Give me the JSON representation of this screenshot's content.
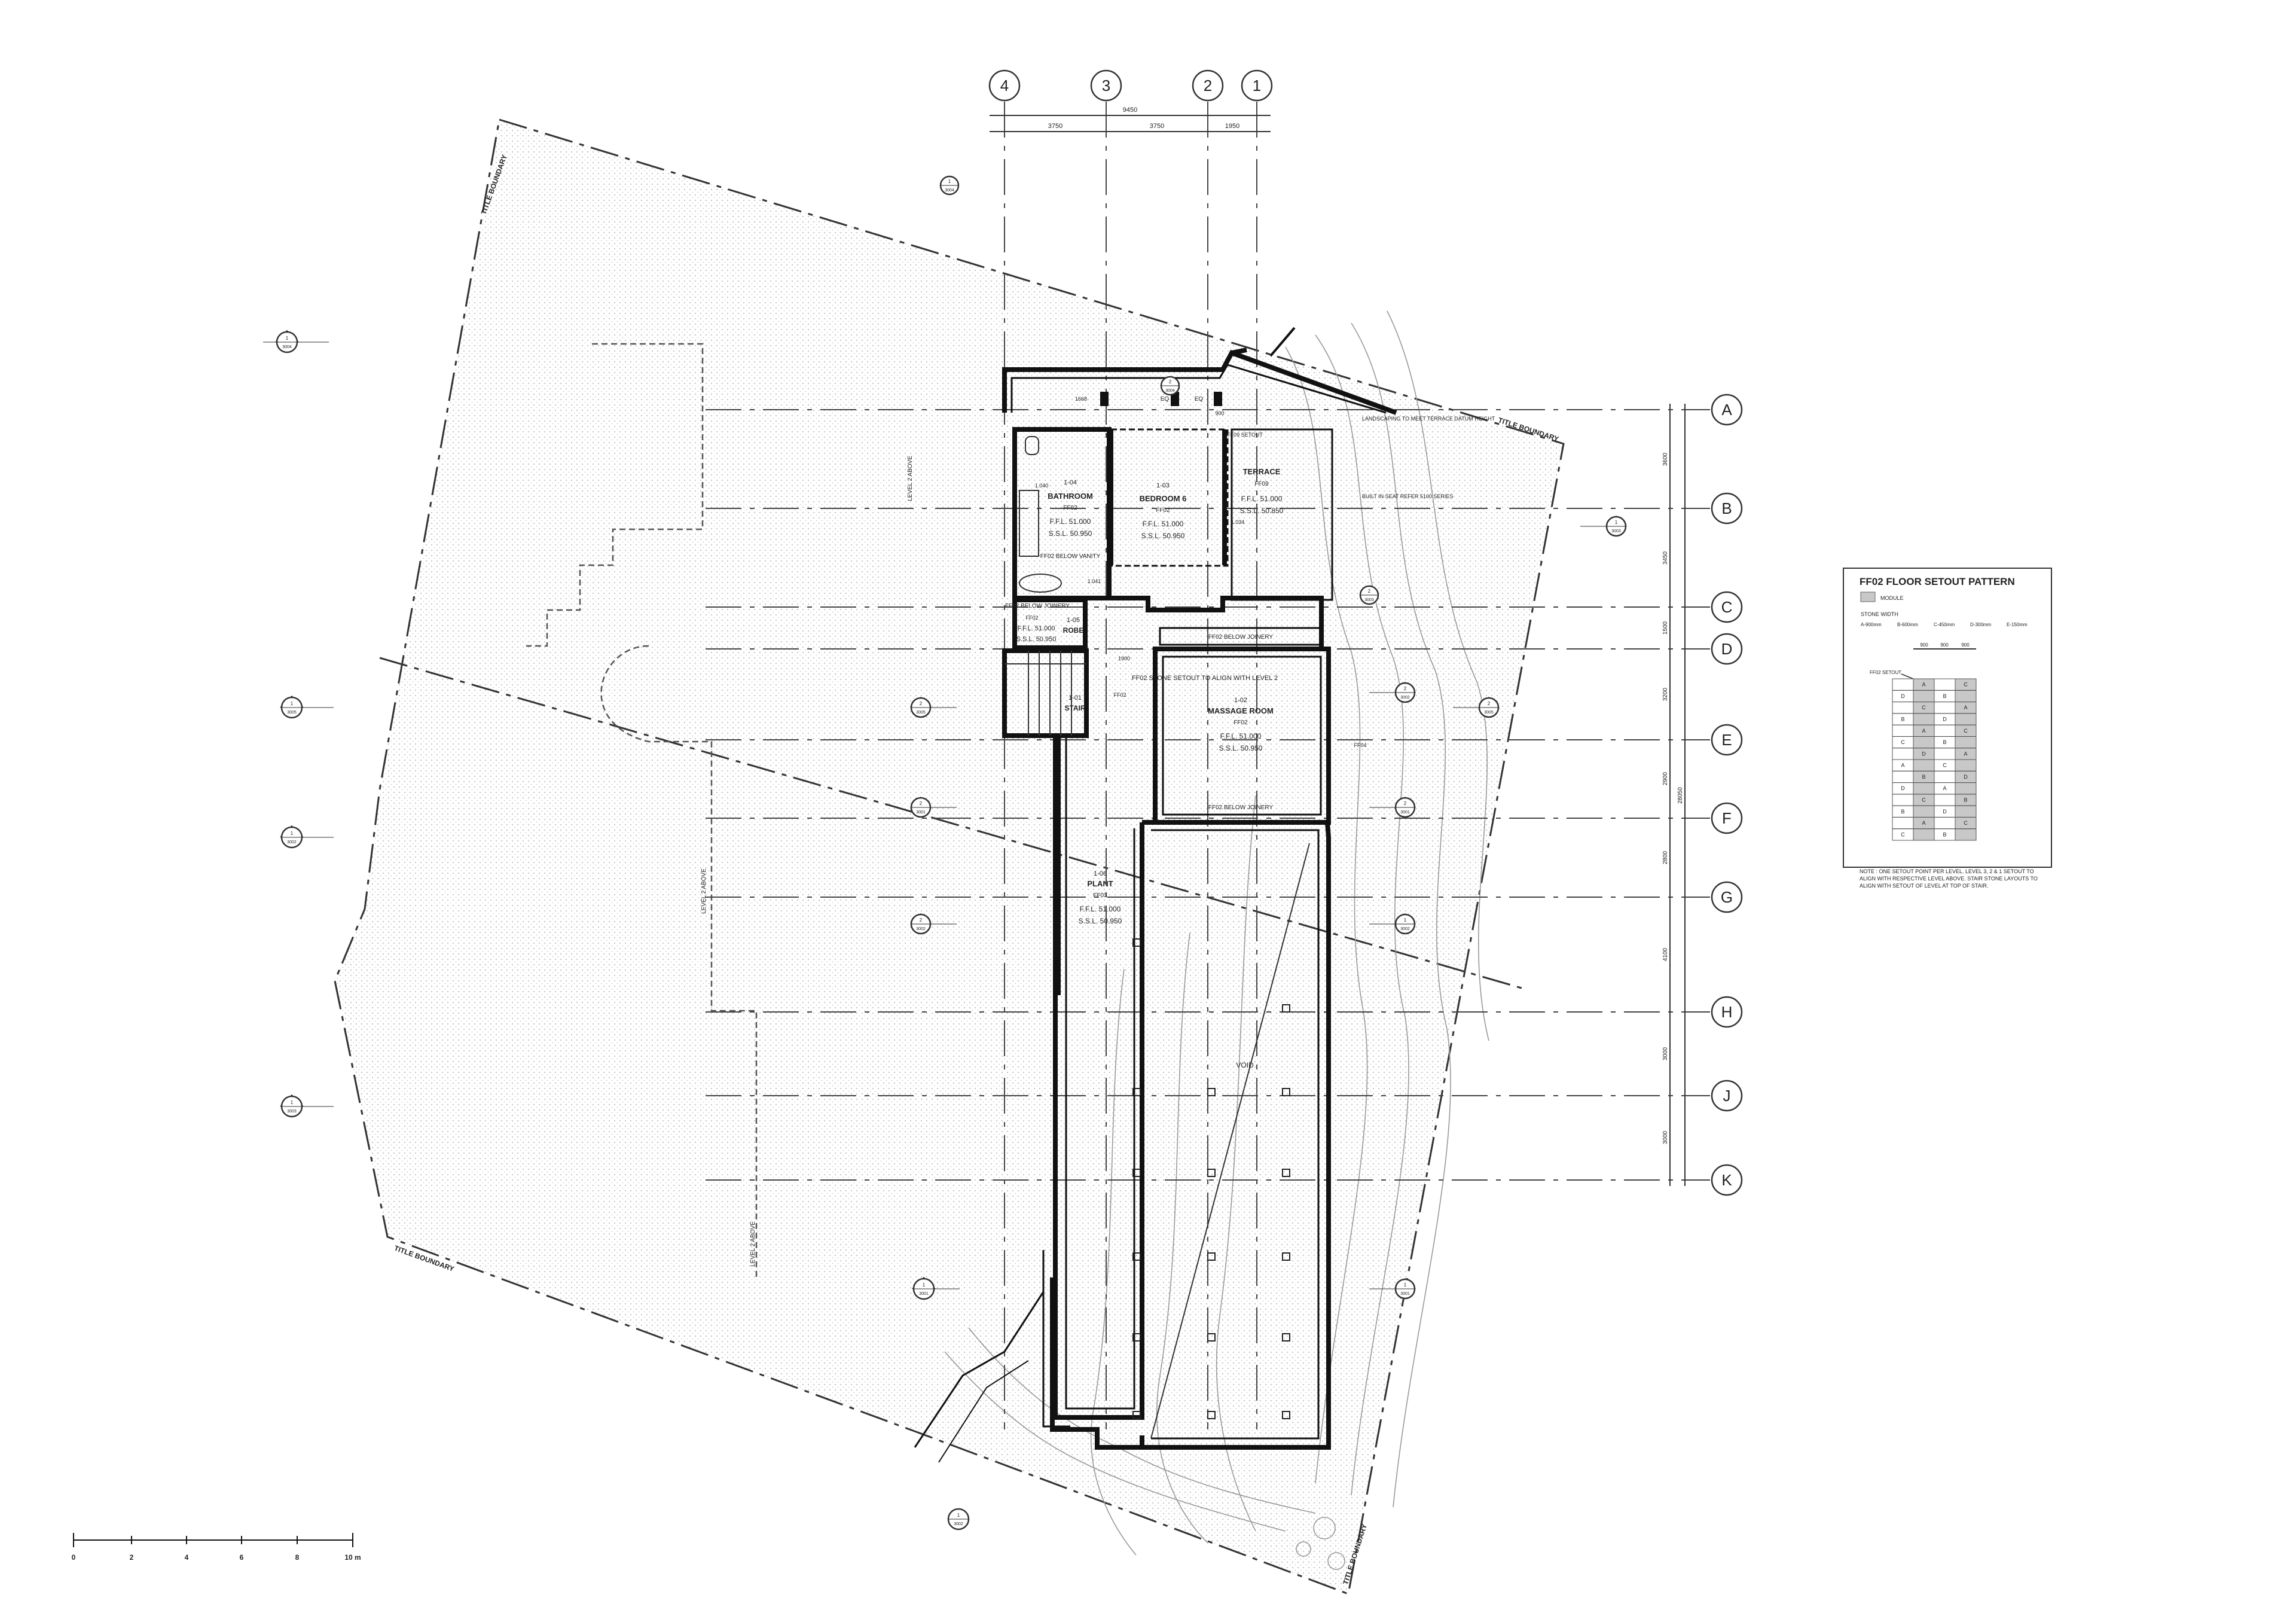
{
  "grid_columns": [
    "4",
    "3",
    "2",
    "1"
  ],
  "grid_column_dims": {
    "overall": "9450",
    "spacings": [
      "3750",
      "3750",
      "1950"
    ]
  },
  "grid_rows": [
    "A",
    "B",
    "C",
    "D",
    "E",
    "F",
    "G",
    "H",
    "J",
    "K"
  ],
  "grid_row_dims": [
    "3600",
    "3450",
    "1500",
    "3200",
    "2900",
    "2800",
    "4100",
    "3000",
    "3000"
  ],
  "grid_row_overall": "28050",
  "boundary_labels": {
    "top_left": "TITLE BOUNDARY",
    "top_right": "TITLE BOUNDARY",
    "bottom_left": "TITLE BOUNDARY",
    "bottom_right": "TITLE BOUNDARY"
  },
  "overlay_labels": {
    "level_a": "LEVEL 2 ABOVE",
    "level_b": "LEVEL 2 ABOVE",
    "level_c": "LEVEL 2 ABOVE"
  },
  "rooms": {
    "bathroom": {
      "code": "1-04",
      "name": "BATHROOM",
      "finish": "FF02",
      "ffl": "F.F.L. 51.000",
      "ssl": "S.S.L. 50.950"
    },
    "bedroom": {
      "code": "1-03",
      "name": "BEDROOM 6",
      "finish": "FF02",
      "ffl": "F.F.L. 51.000",
      "ssl": "S.S.L. 50.950"
    },
    "terrace": {
      "name": "TERRACE",
      "finish": "FF09",
      "ffl": "F.F.L. 51.000",
      "ssl": "S.S.L. 50.850"
    },
    "robe": {
      "code": "1-05",
      "name": "ROBE",
      "finish": "FF02",
      "ffl": "F.F.L. 51.000",
      "ssl": "S.S.L. 50.950"
    },
    "stair": {
      "code": "1-01",
      "name": "STAIR"
    },
    "massage": {
      "code": "1-02",
      "name": "MASSAGE ROOM",
      "finish": "FF02",
      "ffl": "F.F.L. 51.000",
      "ssl": "S.S.L. 50.950"
    },
    "plant": {
      "code": "1-06",
      "name": "PLANT",
      "finish": "FF03",
      "ffl": "F.F.L. 51.000",
      "ssl": "S.S.L. 50.950"
    },
    "void": {
      "name": "VOID"
    }
  },
  "notes": {
    "ff02_below_vanity": "FF02 BELOW VANITY",
    "ff02_below_joinery": "FF02 BELOW JOINERY",
    "ff02_below_joinery_2": "FF02 BELOW JOINERY",
    "ff02_below_joinery_3": "FF02 BELOW JOINERY",
    "stone_setout": "FF02 STONE SETOUT TO ALIGN WITH LEVEL 2",
    "ff09_setout": "FF09 SETOUT",
    "landscaping": "LANDSCAPING TO MEET TERRACE DATUM HEIGHT",
    "built_in_seat": "BUILT IN SEAT REFER 5100 SERIES",
    "ff02_tag": "FF02",
    "ff04_tag": "FF04"
  },
  "section_marks": [
    {
      "num": "1",
      "sheet": "3004"
    },
    {
      "num": "1",
      "sheet": "3005"
    },
    {
      "num": "1",
      "sheet": "3002"
    },
    {
      "num": "1",
      "sheet": "3003"
    },
    {
      "num": "1",
      "sheet": "3001"
    },
    {
      "num": "1",
      "sheet": "3002"
    },
    {
      "num": "2",
      "sheet": "3004"
    },
    {
      "num": "1",
      "sheet": "3004"
    },
    {
      "num": "2",
      "sheet": "3003"
    },
    {
      "num": "2",
      "sheet": "3002"
    },
    {
      "num": "2",
      "sheet": "3001"
    },
    {
      "num": "2",
      "sheet": "3005"
    },
    {
      "num": "1",
      "sheet": "3001"
    },
    {
      "num": "2",
      "sheet": "3005"
    },
    {
      "num": "1",
      "sheet": "3003"
    },
    {
      "num": "2",
      "sheet": "3001"
    },
    {
      "num": "2",
      "sheet": "3002"
    },
    {
      "num": "1",
      "sheet": "3002"
    }
  ],
  "legend": {
    "title": "FF02 FLOOR SETOUT PATTERN",
    "module_label": "MODULE",
    "stone_width_label": "STONE WIDTH",
    "widths": [
      "A-900mm",
      "B-600mm",
      "C-450mm",
      "D-300mm",
      "E-150mm"
    ],
    "dims": [
      "900",
      "900",
      "900"
    ],
    "setout_label": "FF02 SETOUT",
    "pattern_rows": [
      [
        "",
        "A",
        "",
        "C"
      ],
      [
        "D",
        "",
        "B",
        ""
      ],
      [
        "",
        "C",
        "",
        "A"
      ],
      [
        "B",
        "",
        "D",
        ""
      ],
      [
        "",
        "A",
        "",
        "C"
      ],
      [
        "C",
        "",
        "B",
        ""
      ],
      [
        "",
        "D",
        "",
        "A"
      ],
      [
        "A",
        "",
        "C",
        ""
      ],
      [
        "",
        "B",
        "",
        "D"
      ],
      [
        "D",
        "",
        "A",
        ""
      ],
      [
        "",
        "C",
        "",
        "B"
      ],
      [
        "B",
        "",
        "D",
        ""
      ],
      [
        "",
        "A",
        "",
        "C"
      ],
      [
        "C",
        "",
        "B",
        ""
      ]
    ],
    "note": "NOTE : ONE SETOUT POINT PER LEVEL. LEVEL 3, 2 & 1 SETOUT TO ALIGN WITH RESPECTIVE LEVEL ABOVE. STAIR STONE LAYOUTS TO ALIGN WITH SETOUT OF LEVEL AT TOP OF STAIR."
  },
  "scale_bar": {
    "ticks": [
      "0",
      "2",
      "4",
      "6",
      "8",
      "10 m"
    ]
  },
  "misc_labels": {
    "eq1": "EQ",
    "eq2": "EQ",
    "dim_1668": "1668",
    "dim_1900": "1900",
    "dim_900": "900",
    "tag_1040": "1.040",
    "tag_1041": "1.041",
    "tag_1034": "1.034"
  }
}
